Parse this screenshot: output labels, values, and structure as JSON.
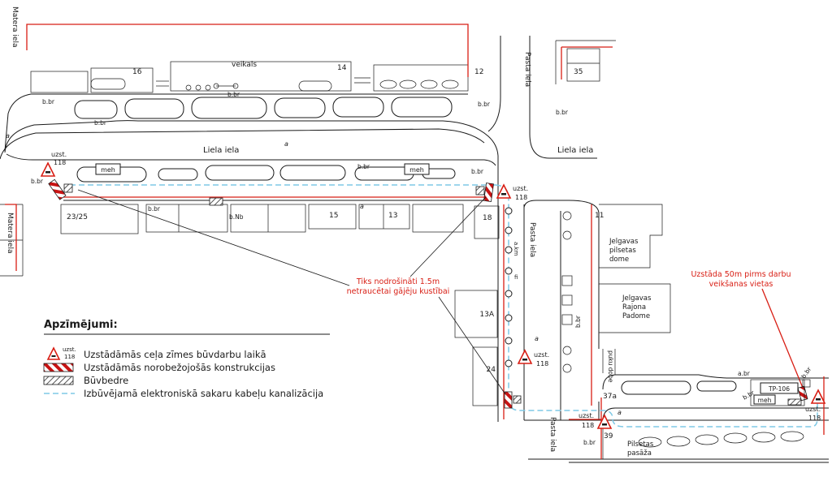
{
  "colors": {
    "work_red": "#d81e14",
    "cable_blue": "#7fc9e6",
    "ink": "#1a1a1a"
  },
  "streets": {
    "matera": "Matera iela",
    "liela": "Liela iela",
    "pasta": "Pasta iela"
  },
  "labels": {
    "veikals": "veikals",
    "b_br": "b.br",
    "a_br": "a.br",
    "a": "a",
    "b_nb": "b.Nb",
    "a_km": "a.km",
    "fi": "fi",
    "meh": "meh",
    "tp106": "TP-106",
    "puku_dobe": "puku dobe",
    "n16": "16",
    "n14": "14",
    "n12": "12",
    "n35": "35",
    "n23_25": "23/25",
    "n15": "15",
    "n13": "13",
    "n18": "18",
    "n13a": "13A",
    "n24": "24",
    "n11": "11",
    "n37a": "37a",
    "n39": "39"
  },
  "sign": {
    "uzst": "uzst.",
    "num": "118"
  },
  "places": {
    "dome_1": "Jelgavas",
    "dome_2": "pilsetas",
    "dome_3": "dome",
    "padome_1": "Jelgavas",
    "padome_2": "Rajona",
    "padome_3": "Padome",
    "pasaza_1": "Pilsetas",
    "pasaza_2": "pasāža"
  },
  "annotations": {
    "pedestrian_1": "Tiks nodrošināti 1.5m",
    "pedestrian_2": "netraucētai gājēju kustībai",
    "install_1": "Uzstāda 50m pirms darbu",
    "install_2": "veikšanas vietas"
  },
  "legend": {
    "title": "Apzīmējumi:",
    "sign_uzst": "uzst.",
    "sign_num": "118",
    "items": [
      {
        "label": "Uzstādāmās ceļa zīmes būvdarbu laikā"
      },
      {
        "label": "Uzstādāmās norobežojošās konstrukcijas"
      },
      {
        "label": "Būvbedre"
      },
      {
        "label": "Izbūvējamā elektroniskā sakaru kabeļu kanalizācija"
      }
    ]
  }
}
